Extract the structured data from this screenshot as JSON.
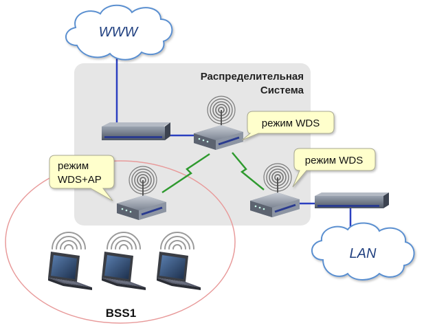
{
  "colors": {
    "background": "#ffffff",
    "ds_area": "#e6e6e6",
    "wired_link": "#2a3fc0",
    "wireless_link": "#2f9a2f",
    "bss_border": "#e89a9a",
    "cloud_border": "#5a8fd0",
    "callout_fill": "#ffffcc",
    "callout_border": "#a8a890"
  },
  "clouds": {
    "www": {
      "label": "WWW"
    },
    "lan": {
      "label": "LAN"
    }
  },
  "distribution_system": {
    "label_line1": "Распределительная",
    "label_line2": "Система"
  },
  "callouts": {
    "wds_center": {
      "text": "режим WDS"
    },
    "wds_right": {
      "text": "режим WDS"
    },
    "wds_ap": {
      "line1": "режим",
      "line2": "WDS+AP"
    }
  },
  "bss": {
    "label": "BSS1"
  },
  "icons": {
    "router": "access-point-icon",
    "switch": "switch-icon",
    "laptop": "laptop-icon",
    "cloud": "cloud-icon",
    "wireless": "wireless-signal-icon"
  }
}
